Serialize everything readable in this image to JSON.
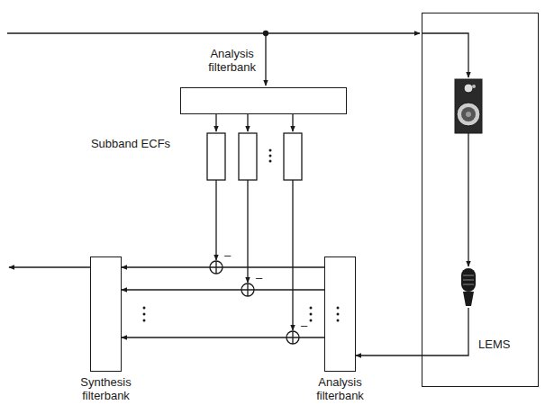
{
  "diagram": {
    "nodes": [
      {
        "text": [
          "Analysis filterbank"
        ]
      },
      {
        "text": [
          "LEMS"
        ]
      },
      {
        "text": [
          "Synthesis filterbank"
        ]
      },
      {
        "text": [
          "Analysis filterbank"
        ]
      }
    ],
    "edges": [
      {
        "from": 3,
        "to": 2,
        "arrow": "to"
      },
      {
        "from": 3,
        "to": 2,
        "arrow": "to"
      },
      {
        "from": 3,
        "to": 2,
        "arrow": "to"
      },
      {
        "from": 1,
        "to": 3,
        "arrow": "to"
      }
    ],
    "labels": [
      "Subband ECFs",
      "–",
      "–",
      "–"
    ]
  }
}
